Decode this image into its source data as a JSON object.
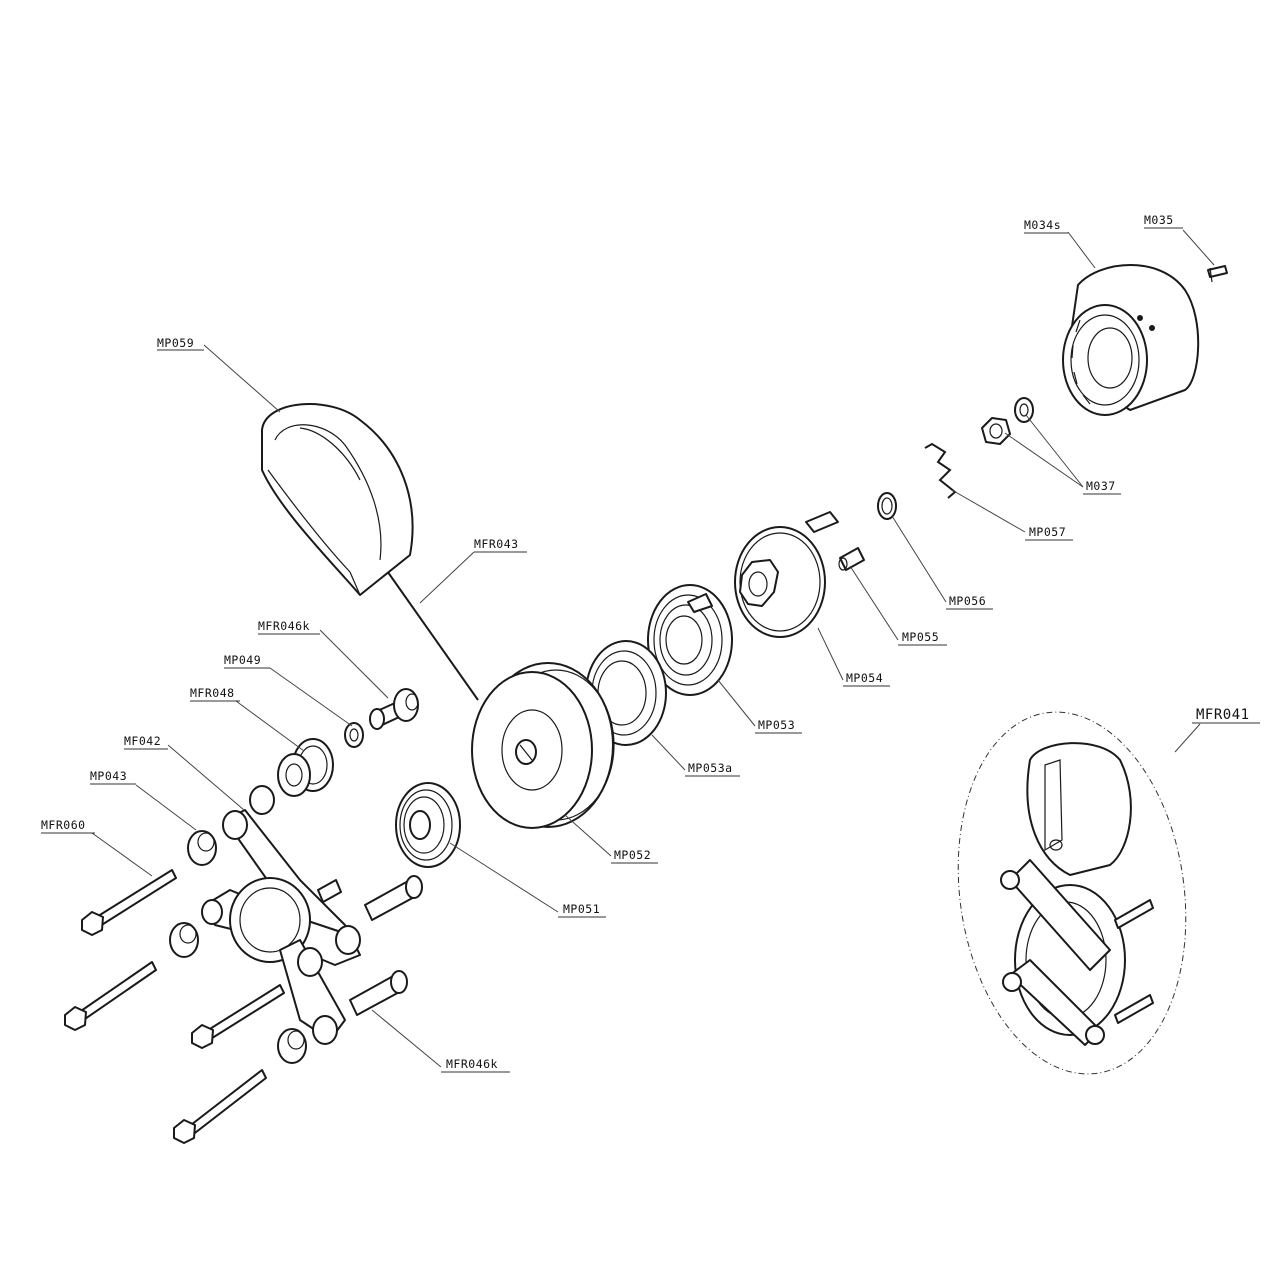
{
  "labels": {
    "mp059": "MP059",
    "mfr043": "MFR043",
    "mfr046k_top": "MFR046k",
    "mp049": "MP049",
    "mfr048": "MFR048",
    "mf042": "MF042",
    "mp043": "MP043",
    "mfr060": "MFR060",
    "mp051": "MP051",
    "mp052": "MP052",
    "mp053a": "MP053a",
    "mp053": "MP053",
    "mp054": "MP054",
    "mp055": "MP055",
    "mp056": "MP056",
    "mp057": "MP057",
    "m037": "M037",
    "m034s": "M034s",
    "m035": "M035",
    "mfr046k_bottom": "MFR046k",
    "mfr041": "MFR041"
  }
}
